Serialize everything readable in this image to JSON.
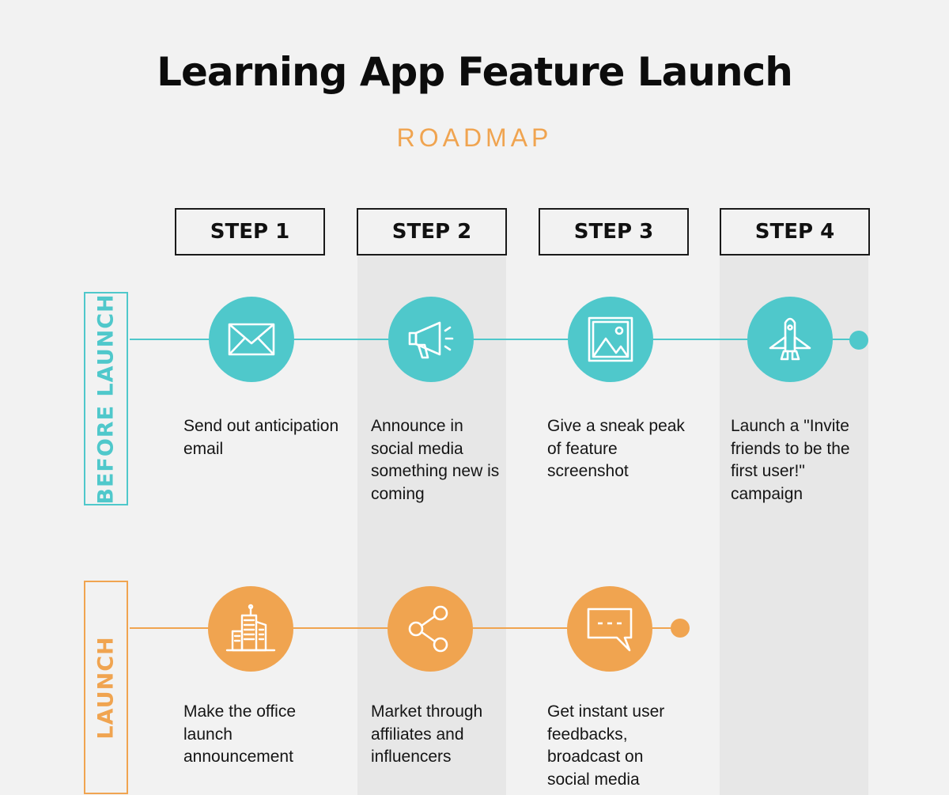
{
  "header": {
    "title": "Learning App Feature Launch",
    "subtitle": "ROADMAP"
  },
  "steps": [
    {
      "label": "STEP 1"
    },
    {
      "label": "STEP 2"
    },
    {
      "label": "STEP 3"
    },
    {
      "label": "STEP 4"
    }
  ],
  "rows": {
    "before_launch": {
      "label": "BEFORE LAUNCH",
      "color": "#4fc8cb",
      "items": [
        {
          "icon": "envelope-icon",
          "text": "Send out anticipation email"
        },
        {
          "icon": "megaphone-icon",
          "text": "Announce in social media something new is coming"
        },
        {
          "icon": "image-icon",
          "text": "Give a sneak peak of feature screenshot"
        },
        {
          "icon": "rocket-icon",
          "text": "Launch a \"Invite friends to be the first user!\" campaign"
        }
      ]
    },
    "launch": {
      "label": "LAUNCH",
      "color": "#f0a450",
      "items": [
        {
          "icon": "office-building-icon",
          "text": "Make the office launch announcement"
        },
        {
          "icon": "share-icon",
          "text": "Market through affiliates and influencers"
        },
        {
          "icon": "chat-bubble-icon",
          "text": "Get instant user feedbacks, broadcast on social media"
        }
      ]
    }
  }
}
